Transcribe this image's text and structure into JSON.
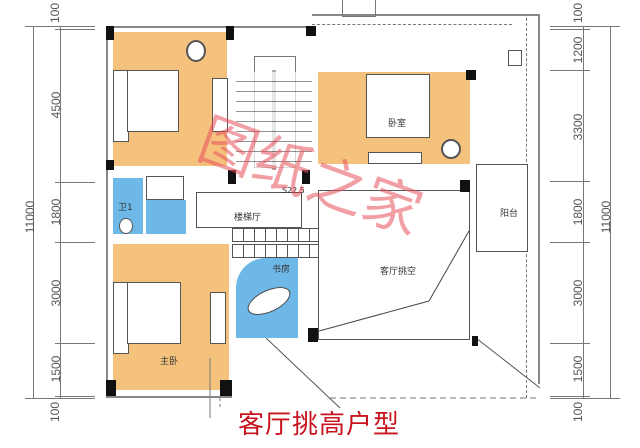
{
  "title": "客厅挑高户型",
  "watermark": "图纸之家",
  "colors": {
    "bedroom_fill": "#F5C27E",
    "wet_fill": "#6DB8E6",
    "title_red": "#C8141E",
    "watermark_red": "#E6505A",
    "wall": "#111111",
    "line": "#555555"
  },
  "rooms": {
    "bedroom_top_right": "卧室",
    "bathroom": "卫1",
    "stair_hall": "楼梯厅",
    "study": "书房",
    "living_void": "客厅挑空",
    "balcony": "阳台",
    "master_bedroom": "主卧"
  },
  "stair_note": "S22.5",
  "dimensions": {
    "left": {
      "total": "11000",
      "segments": [
        "100",
        "4500",
        "1800",
        "3000",
        "1500",
        "100"
      ]
    },
    "right": {
      "total": "11000",
      "segments": [
        "100",
        "1200",
        "3300",
        "1800",
        "3000",
        "1500",
        "100"
      ]
    }
  }
}
